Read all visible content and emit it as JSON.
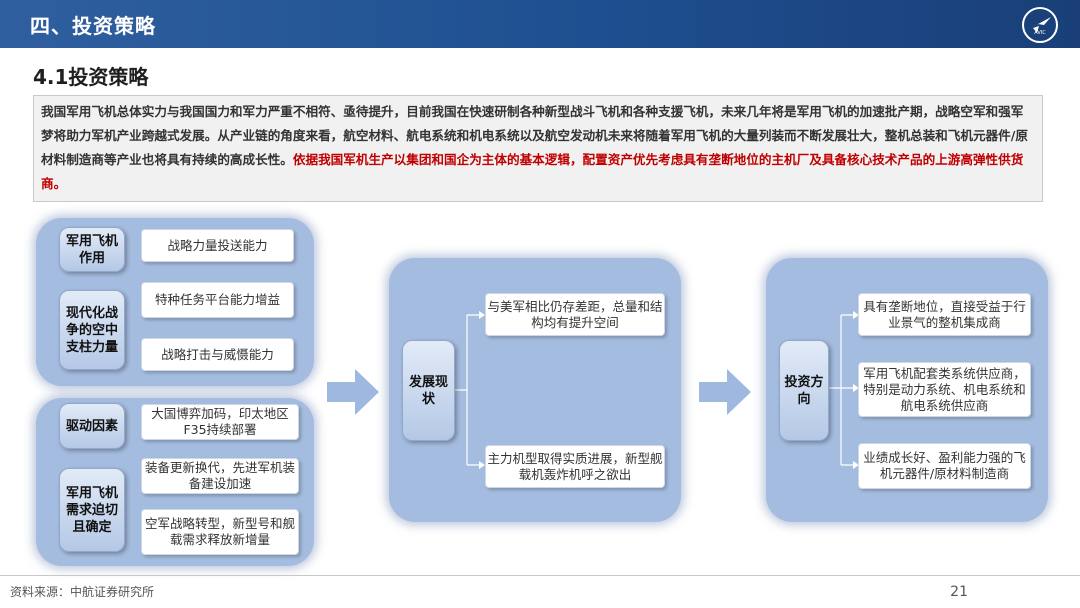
{
  "header": {
    "title": "四、投资策略",
    "logo_text": "AVIC"
  },
  "section_title": "4.1投资策略",
  "summary": {
    "normal": "我国军用飞机总体实力与我国国力和军力严重不相符、亟待提升，目前我国在快速研制各种新型战斗飞机和各种支援飞机，未来几年将是军用飞机的加速批产期，战略空军和强军梦将助力军机产业跨越式发展。从产业链的角度来看，航空材料、航电系统和机电系统以及航空发动机未来将随着军用飞机的大量列装而不断发展壮大，整机总装和飞机元器件/原材料制造商等产业也将具有持续的高成长性。",
    "highlight": "依据我国军机生产以集团和国企为主体的基本逻辑，配置资产优先考虑具有垄断地位的主机厂及具备核心技术产品的上游高弹性供货商。"
  },
  "panel1": {
    "tag1": "军用飞机作用",
    "tag2": "现代化战争的空中支柱力量",
    "items": [
      "战略力量投送能力",
      "特种任务平台能力增益",
      "战略打击与威慑能力"
    ]
  },
  "panel2": {
    "tag1": "驱动因素",
    "tag2": "军用飞机需求迫切且确定",
    "items": [
      "大国博弈加码，印太地区F35持续部署",
      "装备更新换代，先进军机装备建设加速",
      "空军战略转型，新型号和舰载需求释放新增量"
    ]
  },
  "panel3": {
    "tag": "发展现状",
    "items": [
      "与美军相比仍存差距，总量和结构均有提升空间",
      "主力机型取得实质进展，新型舰载机轰炸机呼之欲出"
    ]
  },
  "panel4": {
    "tag": "投资方向",
    "items": [
      "具有垄断地位，直接受益于行业景气的整机集成商",
      "军用飞机配套类系统供应商，特别是动力系统、机电系统和航电系统供应商",
      "业绩成长好、盈利能力强的飞机元器件/原材料制造商"
    ]
  },
  "footer": {
    "source": "资料来源：中航证券研究所",
    "page": "21"
  }
}
